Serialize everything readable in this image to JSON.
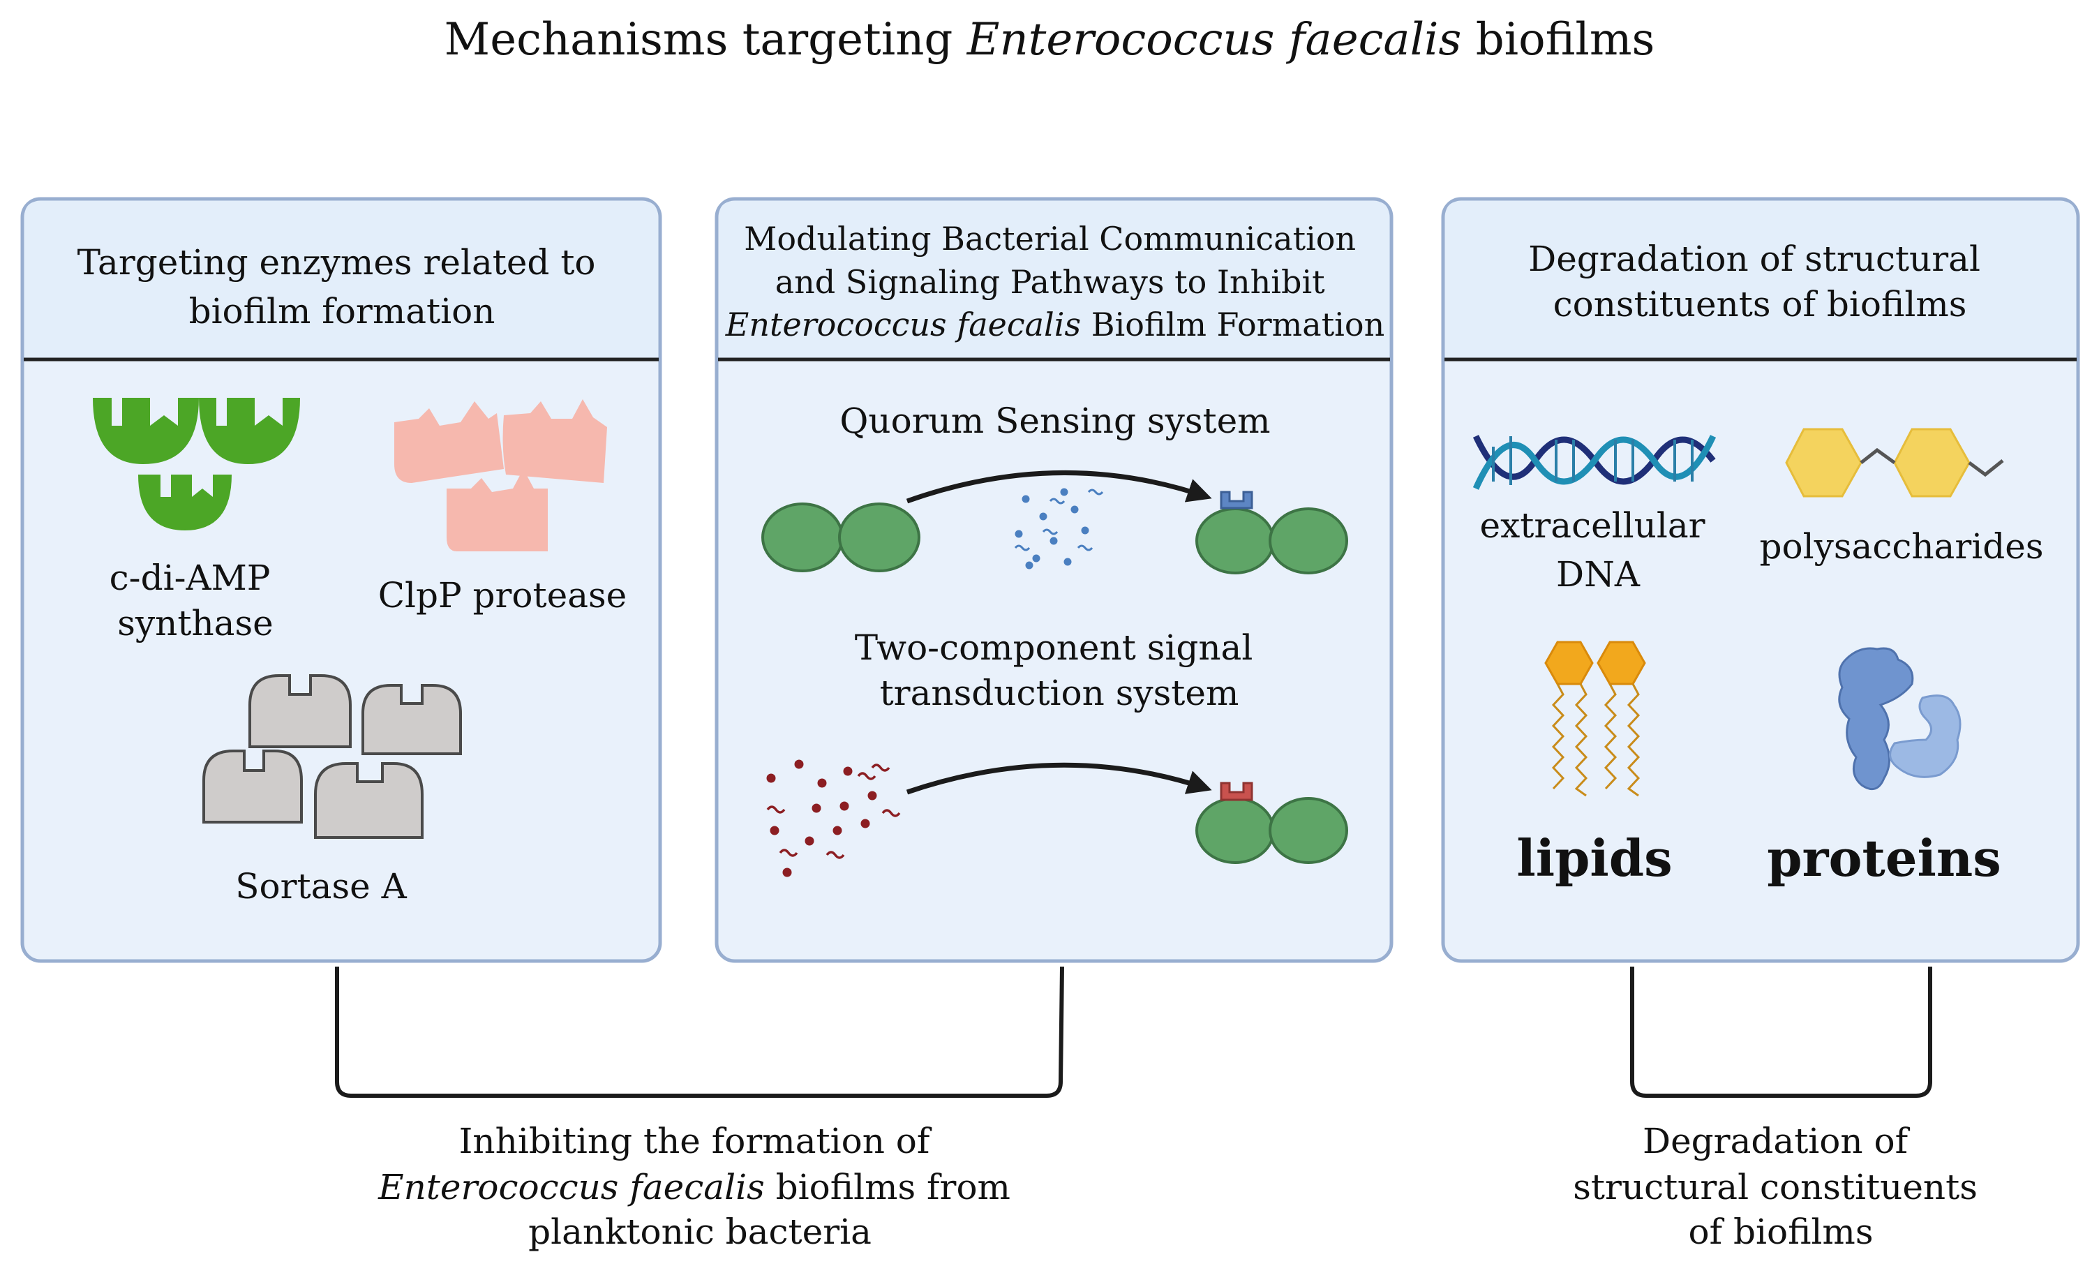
{
  "title": {
    "prefix": "Mechanisms targeting ",
    "italic": "Enterococcus faecalis",
    "suffix": " biofilms"
  },
  "panels": {
    "left": {
      "heading_line1": "Targeting enzymes related to",
      "heading_line2": "biofilm formation",
      "items": {
        "cdiamp_line1": "c-di-AMP",
        "cdiamp_line2": "synthase",
        "clpp": "ClpP protease",
        "sortase": "Sortase A"
      }
    },
    "middle": {
      "heading_line1": "Modulating Bacterial Communication",
      "heading_line2": "and Signaling Pathways to Inhibit",
      "heading_line3_italic": "Enterococcus faecalis",
      "heading_line3_rest": " Biofilm Formation",
      "quorum": "Quorum Sensing system",
      "twocomp_line1": "Two-component signal",
      "twocomp_line2": "transduction system"
    },
    "right": {
      "heading_line1": "Degradation of structural",
      "heading_line2": "constituents of biofilms",
      "items": {
        "edna_line1": "extracellular",
        "edna_line2": "DNA",
        "polysaccharides": "polysaccharides",
        "lipids": "lipids",
        "proteins": "proteins"
      }
    }
  },
  "bottom": {
    "left_line1": "Inhibiting the formation of",
    "left_line2_italic": "Enterococcus faecalis",
    "left_line2_rest": " biofilms from",
    "left_line3": "planktonic bacteria",
    "right_line1": "Degradation of",
    "right_line2": "structural constituents",
    "right_line3": "of biofilms"
  },
  "colors": {
    "enzyme_green": "#4ca626",
    "enzyme_pink": "#f6b8ae",
    "enzyme_grey": "#cfcccb",
    "bacterium_green": "#5fa567",
    "receptor_blue": "#5d86c4",
    "receptor_red": "#c9524e",
    "signal_blue": "#4a7fc0",
    "signal_red": "#8c1e22",
    "sugar_yellow": "#f4d35e",
    "lipid_orange": "#f2a81d",
    "protein_blue": "#6f94cf"
  },
  "icons": [
    "enzyme-icon",
    "bacterium-icon",
    "receptor-icon",
    "dna-helix-icon",
    "polysaccharide-icon",
    "lipid-icon",
    "protein-icon",
    "arrow-icon"
  ]
}
